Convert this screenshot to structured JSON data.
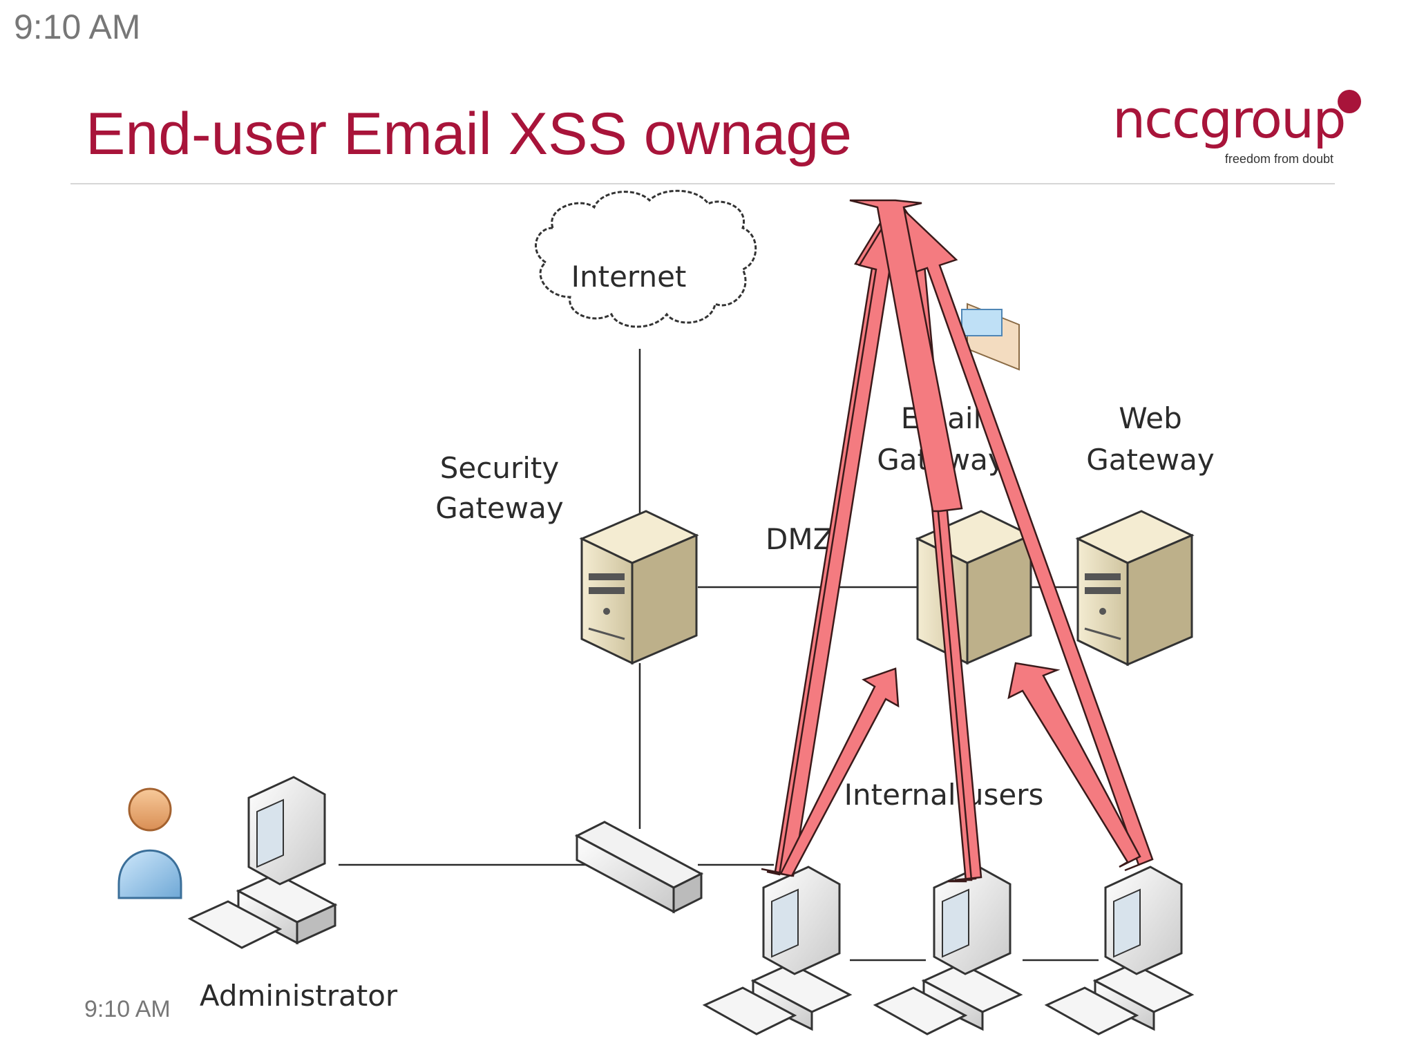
{
  "clock": {
    "top": "9:10 AM",
    "bottom": "9:10 AM"
  },
  "slide": {
    "title": "End-user Email XSS ownage"
  },
  "logo": {
    "wordmark": "nccgroup",
    "tagline": "freedom from doubt"
  },
  "labels": {
    "internet": "Internet",
    "security_gateway_1": "Security",
    "security_gateway_2": "Gateway",
    "dmz": "DMZ",
    "email_gateway_1": "Email",
    "email_gateway_2": "Gateway",
    "web_gateway_1": "Web",
    "web_gateway_2": "Gateway",
    "internal_users": "Internal users",
    "administrator": "Administrator"
  },
  "colors": {
    "title": "#a8143a",
    "arrow_fill": "#f47b80",
    "arrow_stroke": "#3a1a1a",
    "server_body": "#ede3c4"
  }
}
